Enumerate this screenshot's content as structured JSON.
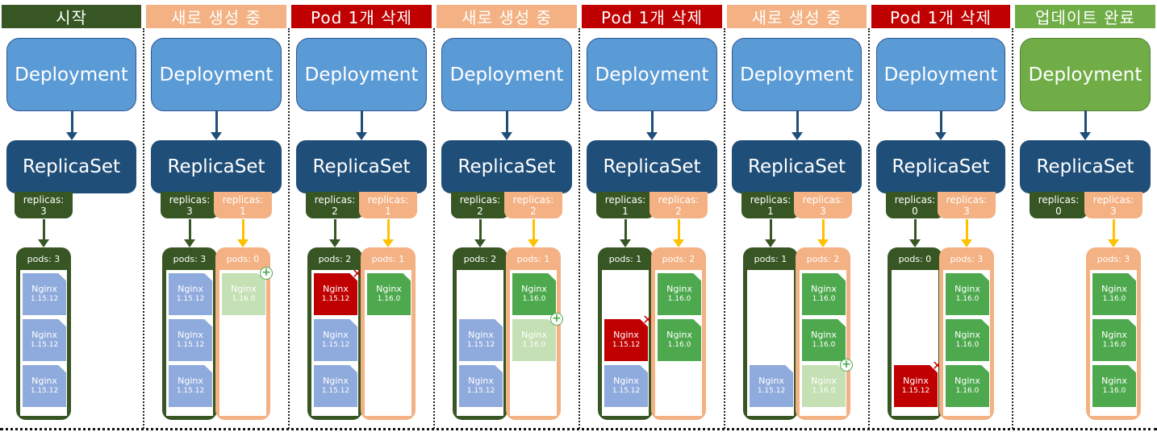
{
  "colors": {
    "start": "#375623",
    "create": "#f4b183",
    "delete": "#c00000",
    "done": "#70ad47",
    "deployment": "#5b9bd5",
    "replicaset": "#1f4e79",
    "old_pod": "#8faadc",
    "new_pod": "#4ea94e",
    "new_pod_creating": "#c5e0b4",
    "old_arrow": "#375623",
    "new_arrow": "#ffc000",
    "deploy_arrow": "#1f4e79"
  },
  "labels": {
    "deployment": "Deployment",
    "replicaset": "ReplicaSet",
    "replicas": "replicas:",
    "pods": "pods:",
    "nginx": "Nginx",
    "old_version": "1.15.12",
    "new_version": "1.16.0"
  },
  "icons": {
    "add": "plus-circle-icon",
    "remove": "x-mark-icon"
  },
  "stages": [
    {
      "header": "시작",
      "kind": "start",
      "old_replicas": "3",
      "new_replicas": null,
      "old_pods": "pods: 3",
      "new_pods": null,
      "old_pod_list": [
        "old",
        "old",
        "old"
      ],
      "new_pod_list": []
    },
    {
      "header": "새로 생성 중",
      "kind": "create",
      "old_replicas": "3",
      "new_replicas": "1",
      "old_pods": "pods: 3",
      "new_pods": "pods: 0",
      "old_pod_list": [
        "old",
        "old",
        "old"
      ],
      "new_pod_list": [
        "creating"
      ]
    },
    {
      "header": "Pod 1개 삭제",
      "kind": "delete",
      "old_replicas": "2",
      "new_replicas": "1",
      "old_pods": "pods: 2",
      "new_pods": "pods: 1",
      "old_pod_list": [
        "deleting",
        "old",
        "old"
      ],
      "new_pod_list": [
        "new"
      ]
    },
    {
      "header": "새로 생성 중",
      "kind": "create",
      "old_replicas": "2",
      "new_replicas": "2",
      "old_pods": "pods: 2",
      "new_pods": "pods: 1",
      "old_pod_list": [
        "empty",
        "old",
        "old"
      ],
      "new_pod_list": [
        "new",
        "creating"
      ]
    },
    {
      "header": "Pod 1개 삭제",
      "kind": "delete",
      "old_replicas": "1",
      "new_replicas": "2",
      "old_pods": "pods: 1",
      "new_pods": "pods: 2",
      "old_pod_list": [
        "empty",
        "deleting",
        "old"
      ],
      "new_pod_list": [
        "new",
        "new"
      ]
    },
    {
      "header": "새로 생성 중",
      "kind": "create",
      "old_replicas": "1",
      "new_replicas": "3",
      "old_pods": "pods: 1",
      "new_pods": "pods: 2",
      "old_pod_list": [
        "empty",
        "empty",
        "old"
      ],
      "new_pod_list": [
        "new",
        "new",
        "creating"
      ]
    },
    {
      "header": "Pod 1개 삭제",
      "kind": "delete",
      "old_replicas": "0",
      "new_replicas": "3",
      "old_pods": "pods: 0",
      "new_pods": "pods: 3",
      "old_pod_list": [
        "empty",
        "empty",
        "deleting"
      ],
      "new_pod_list": [
        "new",
        "new",
        "new"
      ]
    },
    {
      "header": "업데이트 완료",
      "kind": "done",
      "old_replicas": "0",
      "new_replicas": "3",
      "old_pods": null,
      "new_pods": "pods: 3",
      "old_pod_list": [],
      "new_pod_list": [
        "new",
        "new",
        "new"
      ]
    }
  ]
}
